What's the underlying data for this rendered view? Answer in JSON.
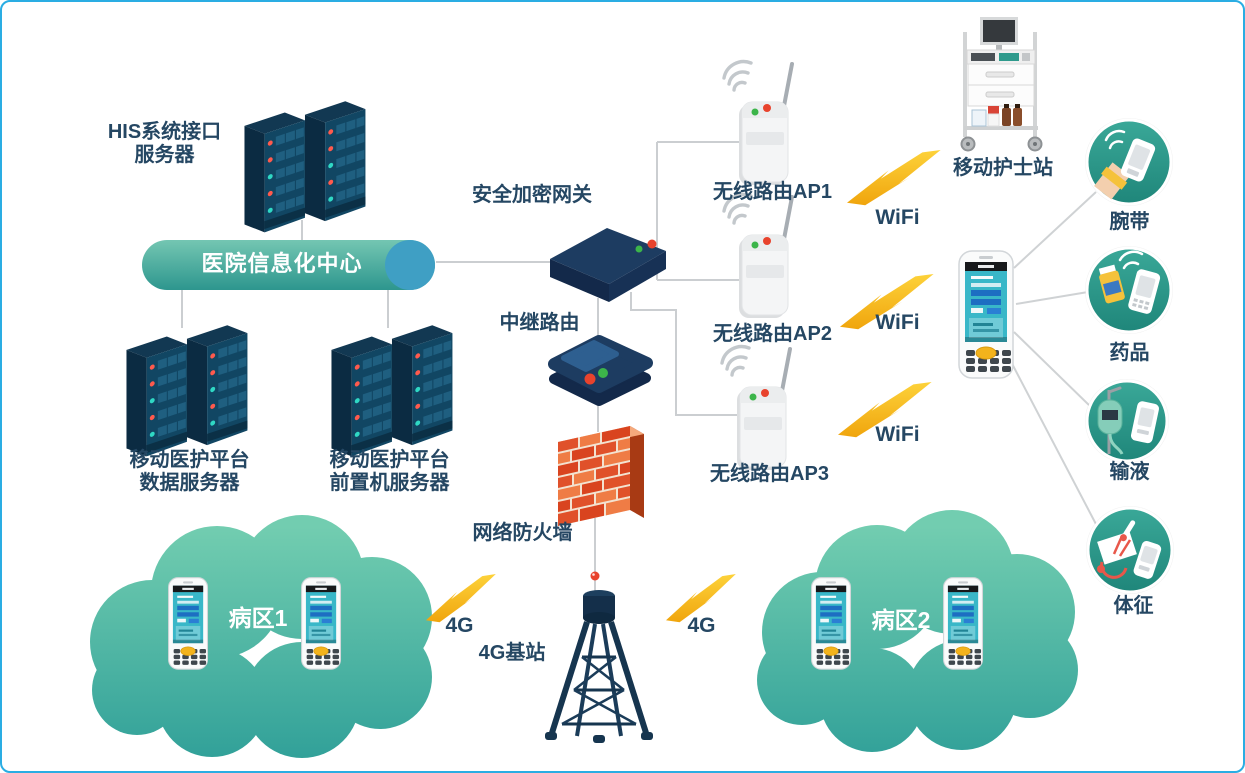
{
  "diagram": {
    "nodes": {
      "his_server": {
        "line1": "HIS系统接口",
        "line2": "服务器"
      },
      "info_center": {
        "label": "医院信息化中心"
      },
      "data_server": {
        "line1": "移动医护平台",
        "line2": "数据服务器"
      },
      "front_server": {
        "line1": "移动医护平台",
        "line2": "前置机服务器"
      },
      "gateway": {
        "label": "安全加密网关"
      },
      "relay_router": {
        "label": "中继路由"
      },
      "firewall": {
        "label": "网络防火墙"
      },
      "base_station_4g": {
        "label": "4G基站"
      },
      "ap1": {
        "label": "无线路由AP1"
      },
      "ap2": {
        "label": "无线路由AP2"
      },
      "ap3": {
        "label": "无线路由AP3"
      },
      "nurse_station": {
        "label": "移动护士站"
      },
      "wristband": {
        "label": "腕带"
      },
      "medicine": {
        "label": "药品"
      },
      "infusion": {
        "label": "输液"
      },
      "vitals": {
        "label": "体征"
      },
      "ward1": {
        "label": "病区1"
      },
      "ward2": {
        "label": "病区2"
      }
    },
    "link_labels": {
      "wifi1": "WiFi",
      "wifi2": "WiFi",
      "wifi3": "WiFi",
      "g4_left": "4G",
      "g4_right": "4G"
    },
    "colors": {
      "page_border": "#2aade3",
      "label_text": "#254763",
      "connector_gray": "#cbced1",
      "navy_device": "#1d3c61",
      "server_navy": "#114663",
      "cylinder_teal_top": "#74c6b2",
      "cylinder_teal_bottom": "#2d968e",
      "cylinder_cap_blue": "#3f9fc4",
      "cloud_teal_light": "#72cdb0",
      "cloud_teal_dark": "#2f9f98",
      "brick_orange": "#e0512a",
      "lightning_yellow": "#f7b911",
      "led_green": "#3cb54a",
      "led_red": "#e8432d",
      "pda_screen_teal": "#39b7c8",
      "pda_button_yellow": "#f3b31c",
      "scan_circle_teal": "#2f9a8b"
    },
    "icons": {
      "server_rack": "isometric-rack-shape",
      "database_cylinder": "pill-cylinder-shape",
      "gateway_device": "isometric-flat-box",
      "relay_router": "rounded-isometric-box",
      "firewall": "brick-wall",
      "cell_tower": "lattice-tower-antenna",
      "wireless_ap": "white-box-antenna-wifi-arcs",
      "lightning_bolt": "yellow-zigzag",
      "nurse_cart": "medical-trolley-monitor",
      "pda": "handheld-terminal",
      "cloud": "teal-circle-cluster",
      "scan_wristband": "hand-phone-wristband",
      "scan_medicine": "bottle-phone",
      "scan_infusion": "iv-pump-phone",
      "scan_vitals": "stethoscope-card-phone"
    }
  }
}
